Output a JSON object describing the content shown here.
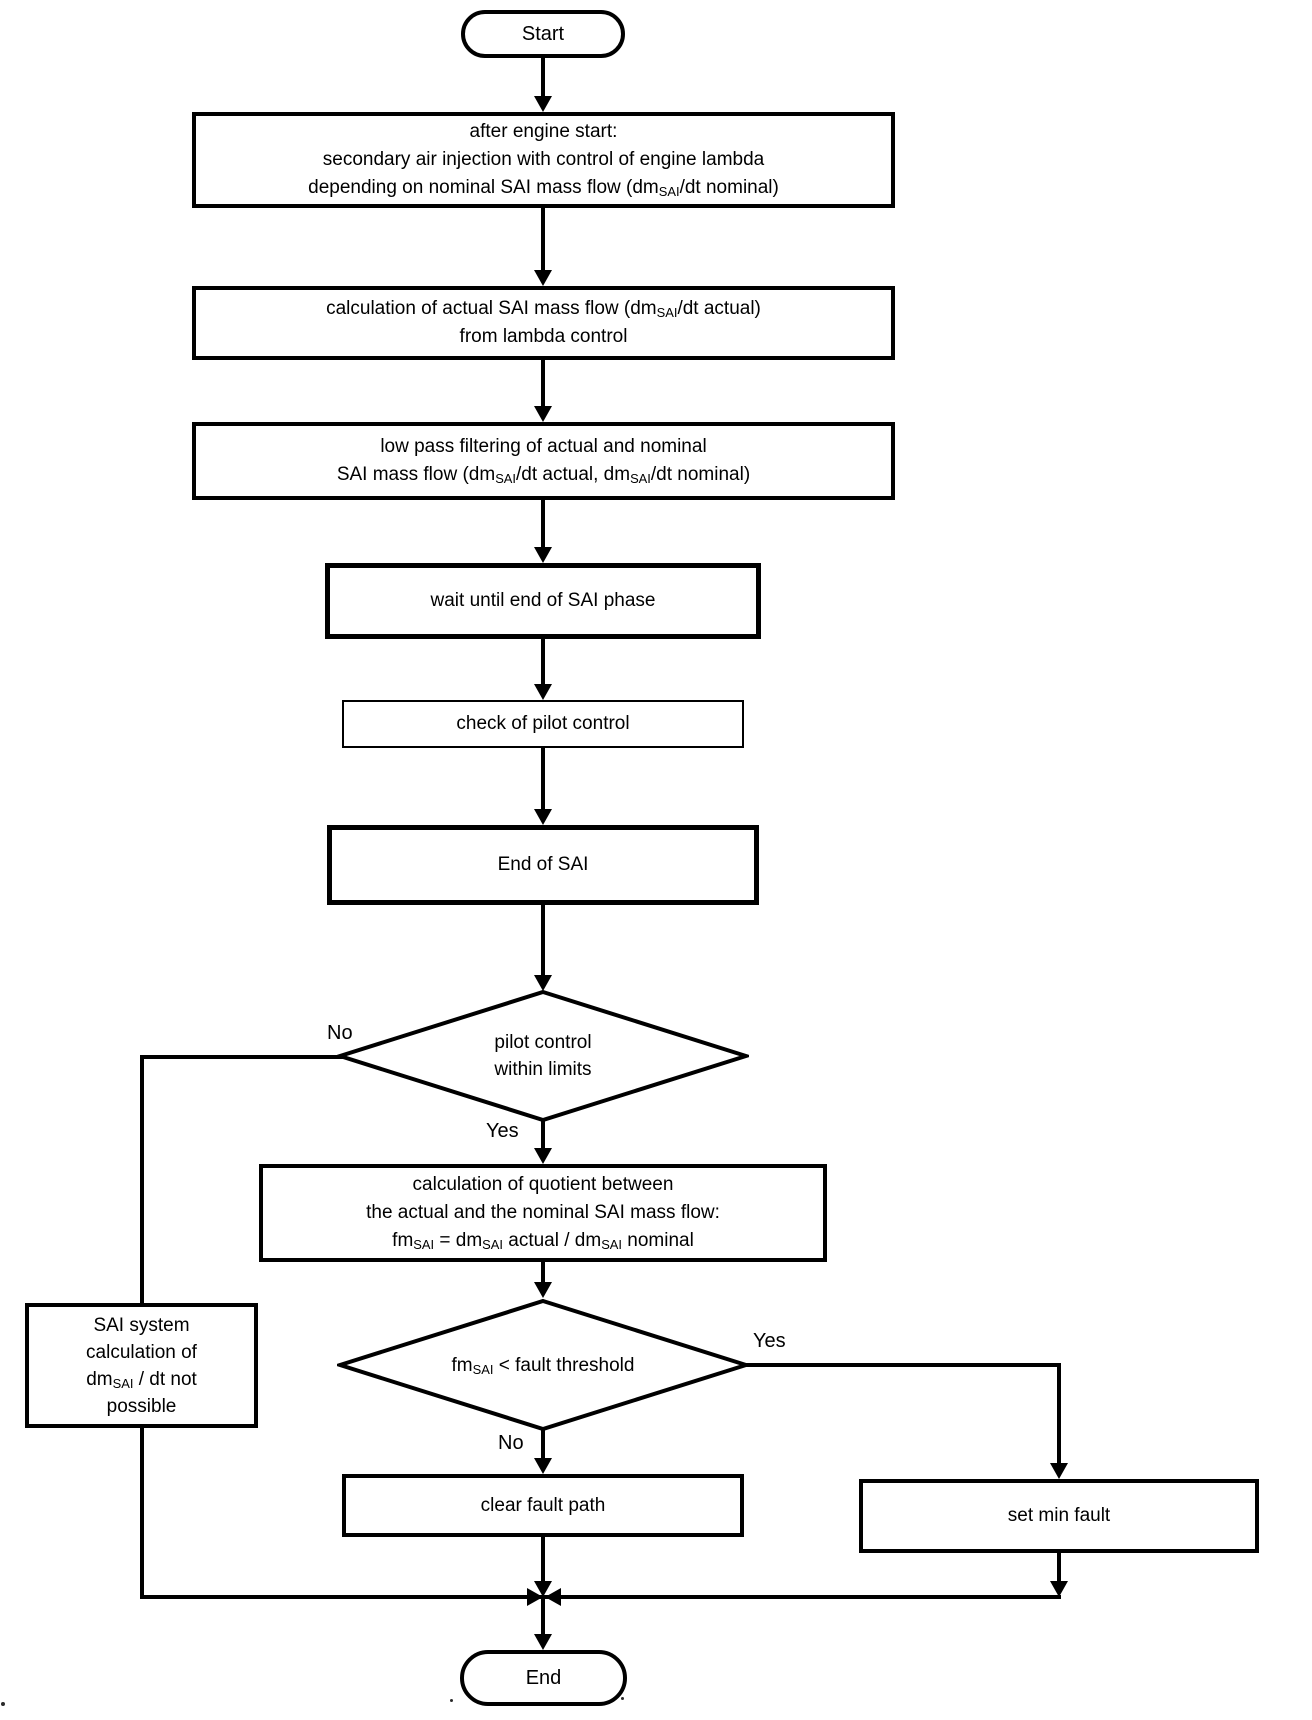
{
  "figure": {
    "type": "flowchart",
    "colors": {
      "background": "#ffffff",
      "line": "#000000",
      "text": "#000000"
    },
    "nodes": {
      "start": {
        "shape": "terminator",
        "label": "Start"
      },
      "init": {
        "shape": "process",
        "lines": [
          "after engine start:",
          "secondary air injection with control of engine lambda",
          "depending on nominal SAI mass flow (dm_{SAI}/dt nominal)"
        ]
      },
      "calc_actual": {
        "shape": "process",
        "lines": [
          "calculation of actual SAI mass flow (dm_{SAI}/dt actual)",
          "from lambda control"
        ]
      },
      "low_pass": {
        "shape": "process",
        "lines": [
          "low pass filtering of actual and nominal",
          "SAI mass flow (dm_{SAI}/dt actual, dm_{SAI}/dt nominal)"
        ]
      },
      "wait_end": {
        "shape": "process",
        "lines": [
          "wait until end of SAI phase"
        ]
      },
      "check_pilot": {
        "shape": "process",
        "lines": [
          "check of pilot control"
        ]
      },
      "end_of_sai": {
        "shape": "process",
        "lines": [
          "End of SAI"
        ]
      },
      "pilot_within_limits": {
        "shape": "decision",
        "lines": [
          "pilot control",
          "within limits"
        ],
        "branch_no": "left",
        "branch_yes": "down"
      },
      "quotient": {
        "shape": "process",
        "lines": [
          "calculation of quotient between",
          "the actual and the nominal SAI mass flow:",
          "fm_{SAI} = dm_{SAI} actual / dm_{SAI} nominal"
        ]
      },
      "fault_threshold": {
        "shape": "decision",
        "lines": [
          "fm_{SAI} < fault threshold"
        ],
        "branch_yes": "right",
        "branch_no": "down"
      },
      "sai_not_possible": {
        "shape": "process",
        "lines": [
          "SAI system",
          "calculation of",
          "dm_{SAI} / dt not",
          "possible"
        ]
      },
      "clear_fault": {
        "shape": "process",
        "lines": [
          "clear fault path"
        ]
      },
      "set_min_fault": {
        "shape": "process",
        "lines": [
          "set min fault"
        ]
      },
      "end": {
        "shape": "terminator",
        "label": "End"
      }
    },
    "edge_labels": {
      "pilot_no": "No",
      "pilot_yes": "Yes",
      "fault_yes": "Yes",
      "fault_no": "No"
    }
  }
}
